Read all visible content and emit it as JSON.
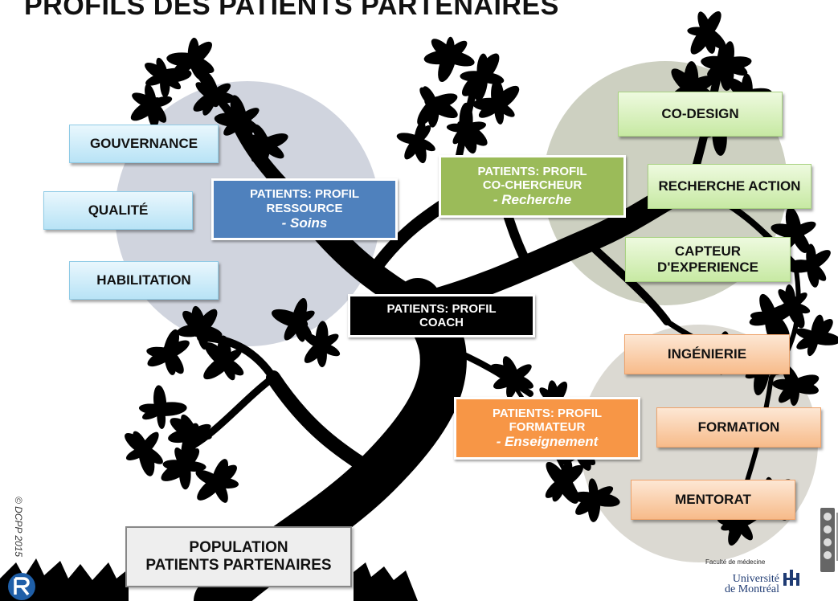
{
  "title": "PROFILS DES PATIENTS PARTENAIRES",
  "soins_domains": [
    "GOUVERNANCE",
    "QUALITÉ",
    "HABILITATION"
  ],
  "recherche_domains": [
    "CO-DESIGN",
    "RECHERCHE ACTION",
    "CAPTEUR D'EXPERIENCE"
  ],
  "formateur_domains": [
    "INGÉNIERIE",
    "FORMATION",
    "MENTORAT"
  ],
  "profiles": {
    "ressource": {
      "line1": "PATIENTS: PROFIL",
      "line2": "RESSOURCE",
      "sub": "- Soins"
    },
    "chercheur": {
      "line1": "PATIENTS:  PROFIL",
      "line2": "CO-CHERCHEUR",
      "sub": "- Recherche"
    },
    "coach": {
      "line1": "PATIENTS: PROFIL",
      "line2": "COACH"
    },
    "formateur": {
      "line1": "PATIENTS:  PROFIL",
      "line2": "FORMATEUR",
      "sub": "- Enseignement"
    }
  },
  "population": {
    "line1": "POPULATION",
    "line2": "PATIENTS PARTENAIRES"
  },
  "copyright": "© DCPP 2015",
  "faculty": "Faculté de médecine",
  "university": {
    "line1": "Université",
    "line2": "de Montréal"
  },
  "license_icon": "creative-commons-license-icon",
  "logo_icon": "rs-logo-icon",
  "colors": {
    "soins_circle": "#c8ccd8",
    "recherche_circle": "#c4c8b6",
    "formateur_circle": "#d5d2ca",
    "tree": "#000000",
    "profile_blue": "#4f81bd",
    "profile_green": "#9bbb59",
    "profile_orange": "#f79646",
    "profile_black": "#000000"
  }
}
